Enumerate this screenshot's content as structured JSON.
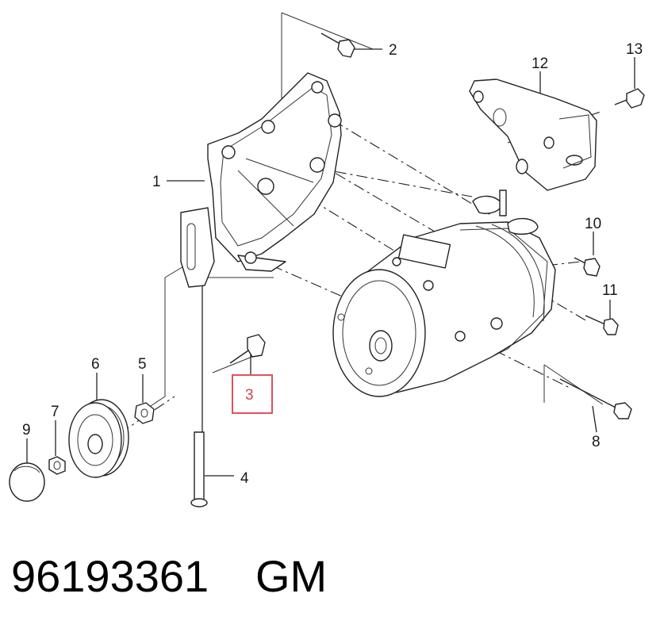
{
  "callouts": {
    "c1": "1",
    "c2": "2",
    "c3": "3",
    "c4": "4",
    "c5": "5",
    "c6": "6",
    "c7": "7",
    "c8": "8",
    "c9": "9",
    "c10": "10",
    "c11": "11",
    "c12": "12",
    "c13": "13"
  },
  "footer": {
    "part_number": "96193361",
    "brand": "GM"
  },
  "colors": {
    "highlight": "#e0525b",
    "line": "#222222"
  }
}
